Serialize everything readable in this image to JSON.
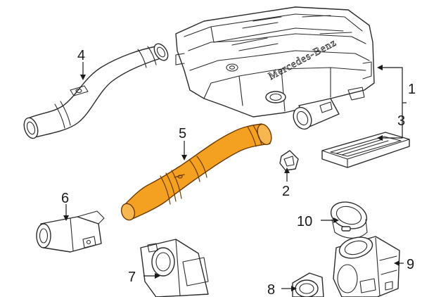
{
  "diagram": {
    "brand_text": "Mercedes-Benz",
    "highlight_color": "#f4a020",
    "line_color": "#2b2b2b",
    "callouts": [
      {
        "id": "1",
        "label": "1"
      },
      {
        "id": "2",
        "label": "2"
      },
      {
        "id": "3",
        "label": "3"
      },
      {
        "id": "4",
        "label": "4"
      },
      {
        "id": "5",
        "label": "5"
      },
      {
        "id": "6",
        "label": "6"
      },
      {
        "id": "7",
        "label": "7"
      },
      {
        "id": "8",
        "label": "8"
      },
      {
        "id": "9",
        "label": "9"
      },
      {
        "id": "10",
        "label": "10"
      }
    ]
  }
}
